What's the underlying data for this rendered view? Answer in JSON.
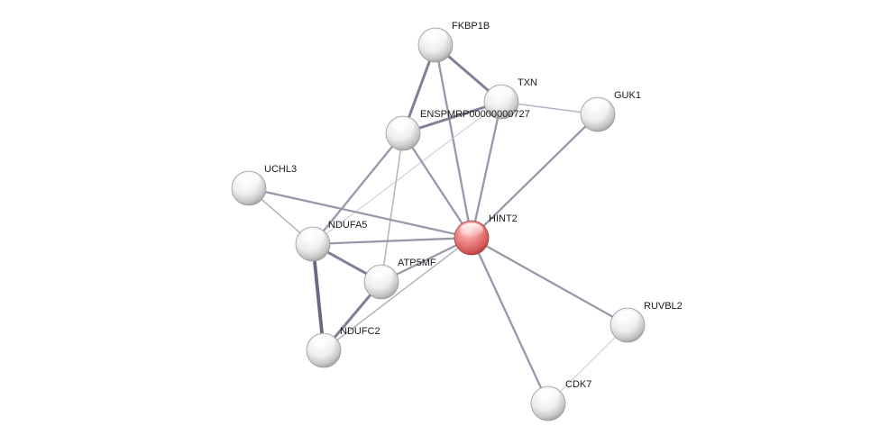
{
  "network": {
    "nodes": [
      {
        "id": "FKBP1B",
        "label": "FKBP1B",
        "color": "white"
      },
      {
        "id": "TXN",
        "label": "TXN",
        "color": "white"
      },
      {
        "id": "GUK1",
        "label": "GUK1",
        "color": "white"
      },
      {
        "id": "ENSP",
        "label": "ENSPMRP00000000727",
        "color": "white"
      },
      {
        "id": "UCHL3",
        "label": "UCHL3",
        "color": "white"
      },
      {
        "id": "HINT2",
        "label": "HINT2",
        "color": "red"
      },
      {
        "id": "NDUFA5",
        "label": "NDUFA5",
        "color": "white"
      },
      {
        "id": "ATP5MF",
        "label": "ATP5MF",
        "color": "white"
      },
      {
        "id": "NDUFC2",
        "label": "NDUFC2",
        "color": "white"
      },
      {
        "id": "RUVBL2",
        "label": "RUVBL2",
        "color": "white"
      },
      {
        "id": "CDK7",
        "label": "CDK7",
        "color": "white"
      }
    ],
    "edges": [
      {
        "source": "FKBP1B",
        "target": "TXN",
        "strength": "strong"
      },
      {
        "source": "FKBP1B",
        "target": "ENSP",
        "strength": "strong"
      },
      {
        "source": "FKBP1B",
        "target": "HINT2",
        "strength": "medium"
      },
      {
        "source": "TXN",
        "target": "ENSP",
        "strength": "strong"
      },
      {
        "source": "TXN",
        "target": "GUK1",
        "strength": "weak"
      },
      {
        "source": "TXN",
        "target": "HINT2",
        "strength": "medium"
      },
      {
        "source": "TXN",
        "target": "NDUFA5",
        "strength": "faint"
      },
      {
        "source": "GUK1",
        "target": "HINT2",
        "strength": "medium"
      },
      {
        "source": "ENSP",
        "target": "HINT2",
        "strength": "medium"
      },
      {
        "source": "ENSP",
        "target": "NDUFA5",
        "strength": "medium"
      },
      {
        "source": "ENSP",
        "target": "ATP5MF",
        "strength": "weak"
      },
      {
        "source": "UCHL3",
        "target": "HINT2",
        "strength": "medium"
      },
      {
        "source": "UCHL3",
        "target": "NDUFA5",
        "strength": "weak"
      },
      {
        "source": "NDUFA5",
        "target": "HINT2",
        "strength": "medium"
      },
      {
        "source": "NDUFA5",
        "target": "ATP5MF",
        "strength": "strong"
      },
      {
        "source": "NDUFA5",
        "target": "NDUFC2",
        "strength": "strongest"
      },
      {
        "source": "ATP5MF",
        "target": "NDUFC2",
        "strength": "strong"
      },
      {
        "source": "ATP5MF",
        "target": "HINT2",
        "strength": "medium"
      },
      {
        "source": "NDUFC2",
        "target": "HINT2",
        "strength": "weak"
      },
      {
        "source": "HINT2",
        "target": "RUVBL2",
        "strength": "medium"
      },
      {
        "source": "HINT2",
        "target": "CDK7",
        "strength": "medium"
      },
      {
        "source": "RUVBL2",
        "target": "CDK7",
        "strength": "faint"
      }
    ]
  }
}
